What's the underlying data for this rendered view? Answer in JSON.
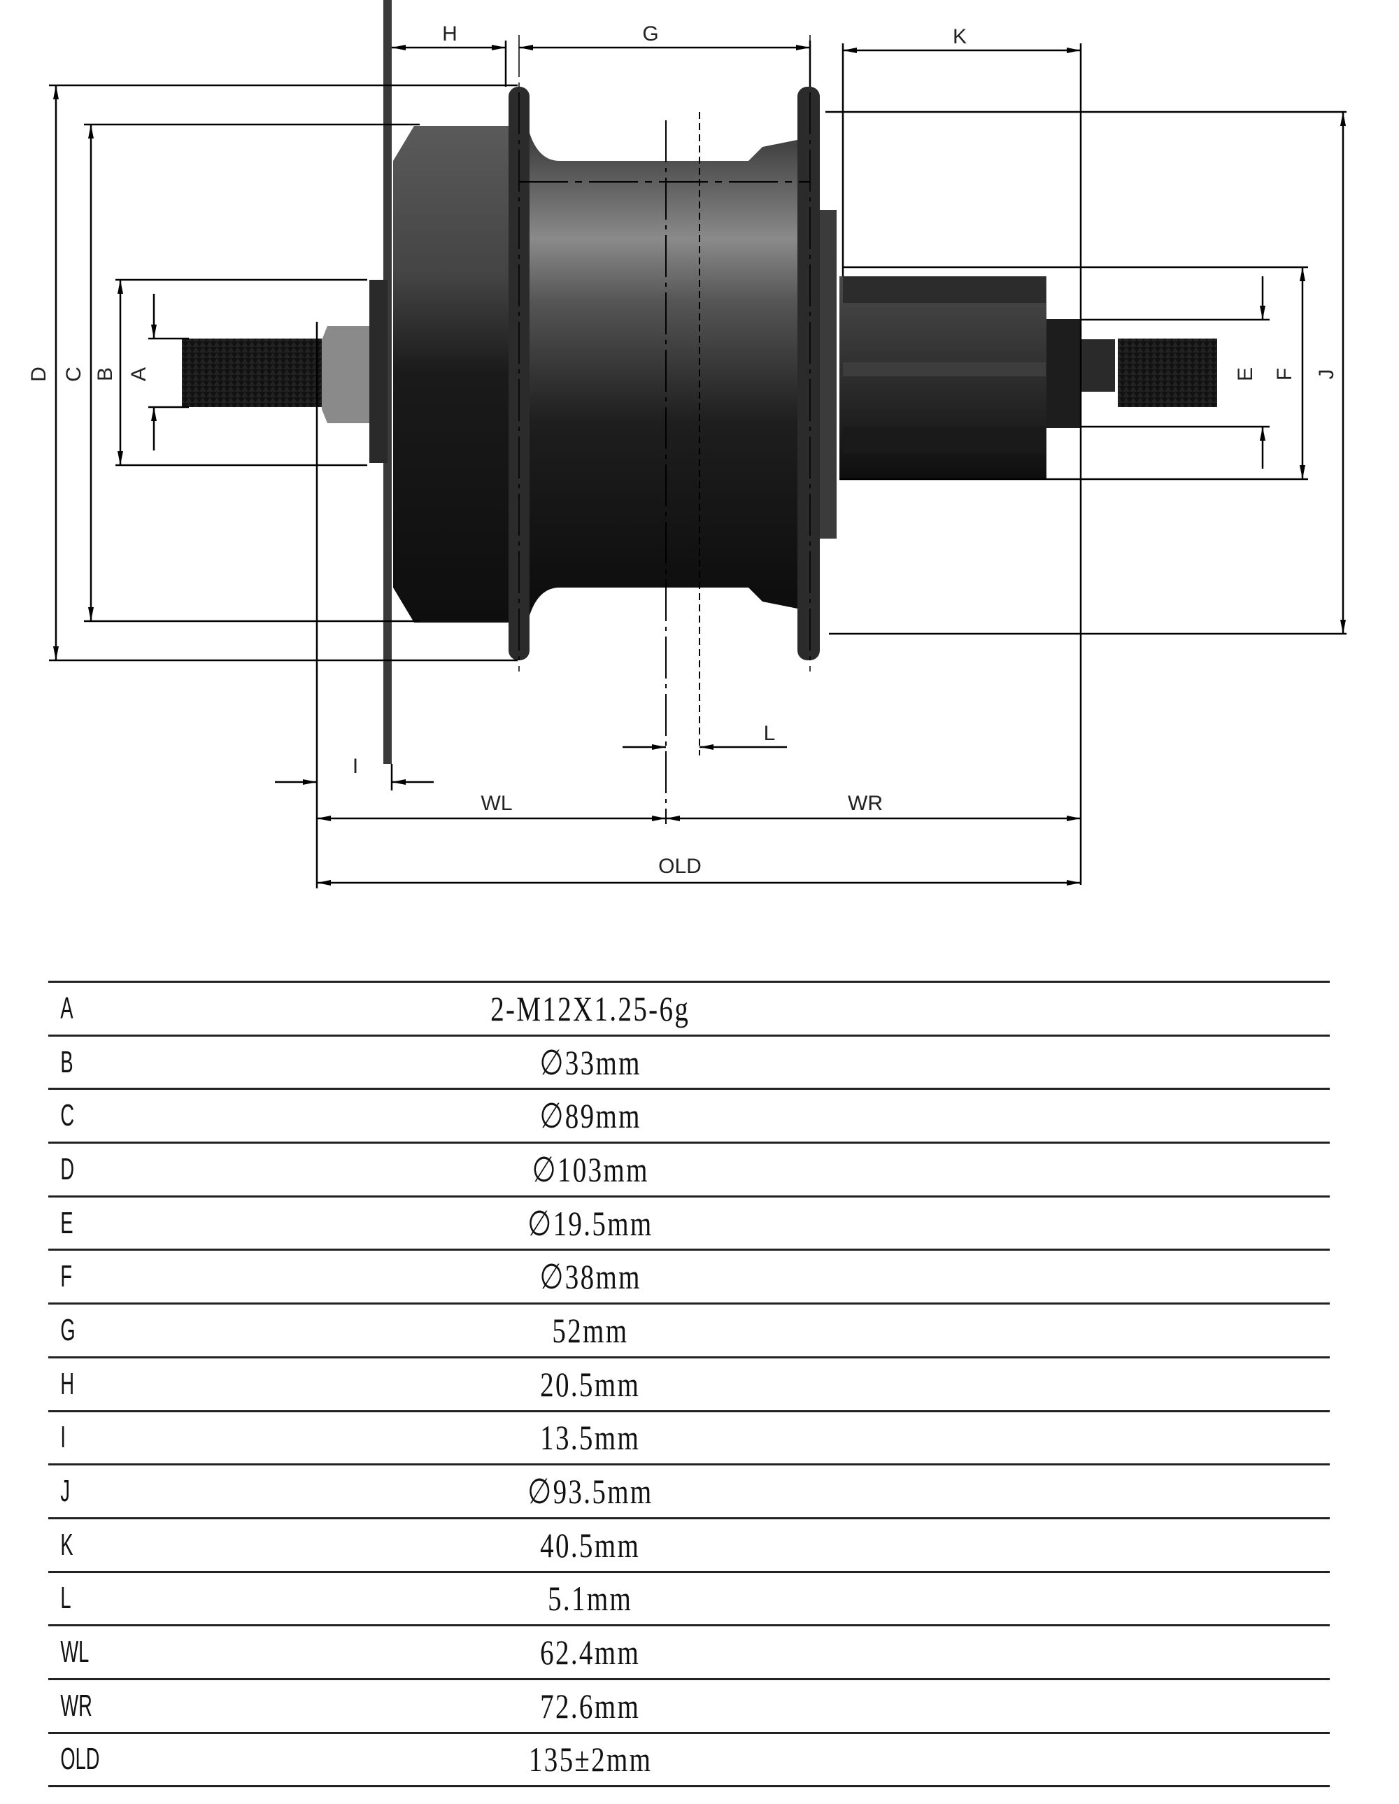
{
  "drawing": {
    "title": "Rear hub motor dimension drawing",
    "labels": {
      "A": "A",
      "B": "B",
      "C": "C",
      "D": "D",
      "E": "E",
      "F": "F",
      "G": "G",
      "H": "H",
      "I": "I",
      "J": "J",
      "K": "K",
      "L": "L",
      "WL": "WL",
      "WR": "WR",
      "OLD": "OLD"
    }
  },
  "spec_table": {
    "rows": [
      {
        "key": "A",
        "value": "2-M12X1.25-6g"
      },
      {
        "key": "B",
        "value": "∅33mm"
      },
      {
        "key": "C",
        "value": "∅89mm"
      },
      {
        "key": "D",
        "value": "∅103mm"
      },
      {
        "key": "E",
        "value": "∅19.5mm"
      },
      {
        "key": "F",
        "value": "∅38mm"
      },
      {
        "key": "G",
        "value": "52mm"
      },
      {
        "key": "H",
        "value": "20.5mm"
      },
      {
        "key": "I",
        "value": "13.5mm"
      },
      {
        "key": "J",
        "value": "∅93.5mm"
      },
      {
        "key": "K",
        "value": "40.5mm"
      },
      {
        "key": "L",
        "value": "5.1mm"
      },
      {
        "key": "WL",
        "value": "62.4mm"
      },
      {
        "key": "WR",
        "value": "72.6mm"
      },
      {
        "key": "OLD",
        "value": "135±2mm"
      }
    ]
  }
}
